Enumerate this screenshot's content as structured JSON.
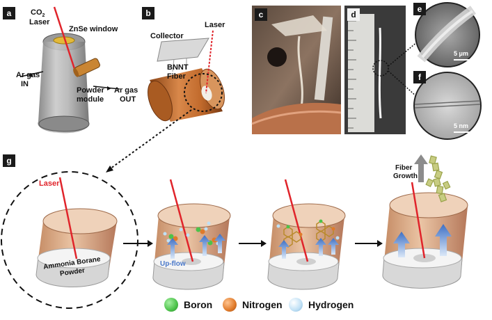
{
  "panels": {
    "a": {
      "tag": "a",
      "co2": "CO",
      "co2_sub": "2",
      "laser": "Laser",
      "window": "ZnSe window",
      "ar_in_1": "Ar gas",
      "ar_in_2": "IN",
      "powder_1": "Powder",
      "powder_2": "module",
      "ar_out_1": "Ar gas",
      "ar_out_2": "OUT"
    },
    "b": {
      "tag": "b",
      "collector": "Collector",
      "laser": "Laser",
      "bnnt_1": "BNNT",
      "bnnt_2": "Fiber"
    },
    "c": {
      "tag": "c"
    },
    "d": {
      "tag": "d"
    },
    "e": {
      "tag": "e",
      "scale": "5 μm"
    },
    "f": {
      "tag": "f",
      "scale": "5 nm"
    },
    "g": {
      "tag": "g",
      "laser": "Laser",
      "powder_1": "Ammonia Borane",
      "powder_2": "Powder",
      "upflow": "Up-flow",
      "fiber_1": "Fiber",
      "fiber_2": "Growth"
    }
  },
  "legend": [
    {
      "label": "Boron",
      "color": "#4cc24a"
    },
    {
      "label": "Nitrogen",
      "color": "#e07a2a"
    },
    {
      "label": "Hydrogen",
      "color": "#bfe0f5"
    }
  ]
}
